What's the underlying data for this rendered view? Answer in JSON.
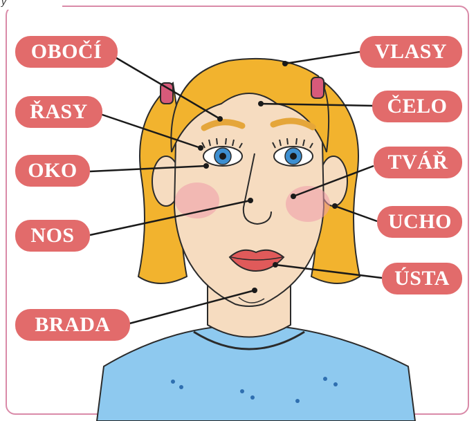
{
  "header_fragment": "y",
  "labels": {
    "obocí": "OBOČÍ",
    "řasy": "ŘASY",
    "oko": "OKO",
    "nos": "NOS",
    "brada": "BRADA",
    "vlasy": "VLASY",
    "čelo": "ČELO",
    "tvář": "TVÁŘ",
    "ucho": "UCHO",
    "ústa": "ÚSTA"
  },
  "colors": {
    "label_bg": "#e26b6b",
    "label_text": "#ffffff",
    "frame_border": "#d98aa8",
    "hair": "#f2b32e",
    "skin": "#f6dcc0",
    "cheek": "#ef9aa8",
    "eye": "#3d8fd1",
    "lips": "#e05a5a",
    "shirt": "#8ec9ef"
  }
}
